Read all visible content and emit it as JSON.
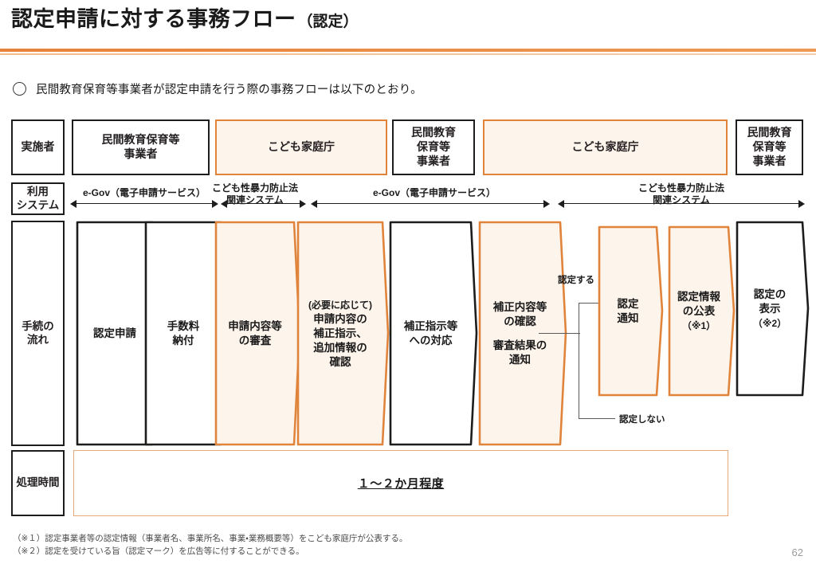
{
  "slide": {
    "title_main": "認定申請に対する事務フロー",
    "title_sub": "（認定）",
    "lead": "民間教育保育等事業者が認定申請を行う際の事務フローは以下のとおり。",
    "page_number": "62",
    "accent_color": "#E0843C",
    "accent_fill": "#FDF4EC",
    "line_color": "#1D1D1B"
  },
  "header_actors": [
    {
      "label": "実施者",
      "style": "dark"
    },
    {
      "label": "民間教育保育等\n事業者",
      "style": "dark"
    },
    {
      "label": "こども家庭庁",
      "style": "orange"
    },
    {
      "label": "民間教育\n保育等\n事業者",
      "style": "dark"
    },
    {
      "label": "こども家庭庁",
      "style": "orange"
    },
    {
      "label": "民間教育\n保育等\n事業者",
      "style": "dark"
    }
  ],
  "row_labels": {
    "system": "利用\nシステム",
    "flow": "手続の\n流れ",
    "time": "処理時間"
  },
  "systems": [
    {
      "label": "e-Gov（電子申請サービス）"
    },
    {
      "label": "こども性暴力防止法\n関連システム"
    },
    {
      "label": "e-Gov（電子申請サービス）"
    },
    {
      "label": "こども性暴力防止法\n関連システム"
    }
  ],
  "flow_steps": [
    {
      "id": "step-1",
      "lines": [
        "認定申請"
      ],
      "style": "dark"
    },
    {
      "id": "step-2",
      "lines": [
        "手数料",
        "納付"
      ],
      "style": "dark"
    },
    {
      "id": "step-3",
      "lines": [
        "申請内容等",
        "の審査"
      ],
      "style": "orange"
    },
    {
      "id": "step-4",
      "lines": [
        "(必要に応じて)",
        "申請内容の",
        "補正指示、",
        "追加情報の",
        "確認"
      ],
      "style": "orange"
    },
    {
      "id": "step-5",
      "lines": [
        "補正指示等",
        "への対応"
      ],
      "style": "dark"
    },
    {
      "id": "step-6",
      "lines": [
        "補正内容等",
        "の確認",
        "",
        "審査結果の",
        "通知"
      ],
      "style": "orange"
    },
    {
      "id": "step-7",
      "lines": [
        "認定",
        "通知"
      ],
      "style": "orange"
    },
    {
      "id": "step-8",
      "lines": [
        "認定情報",
        "の公表",
        "（※1）"
      ],
      "style": "orange"
    },
    {
      "id": "step-9",
      "lines": [
        "認定の",
        "表示",
        "（※2）"
      ],
      "style": "dark"
    }
  ],
  "decision": {
    "yes_label": "認定する",
    "no_label": "認定しない"
  },
  "processing_time": {
    "value": "１～２か月程度"
  },
  "footnotes": [
    "（※１）認定事業者等の認定情報（事業者名、事業所名、事業・業務概要等）をこども家庭庁が公表する。",
    "（※２）認定を受けている旨（認定マーク）を広告等に付することができる。"
  ]
}
